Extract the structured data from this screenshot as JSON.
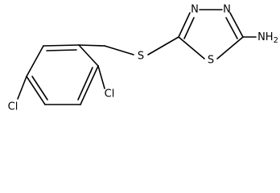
{
  "molecule": {
    "atoms": {
      "nitrogen_1": "N",
      "nitrogen_2": "N",
      "ring_sulfur": "S",
      "thioether_sulfur": "S",
      "amine": "NH2",
      "chlorine_ortho": "Cl",
      "chlorine_para": "Cl"
    }
  }
}
